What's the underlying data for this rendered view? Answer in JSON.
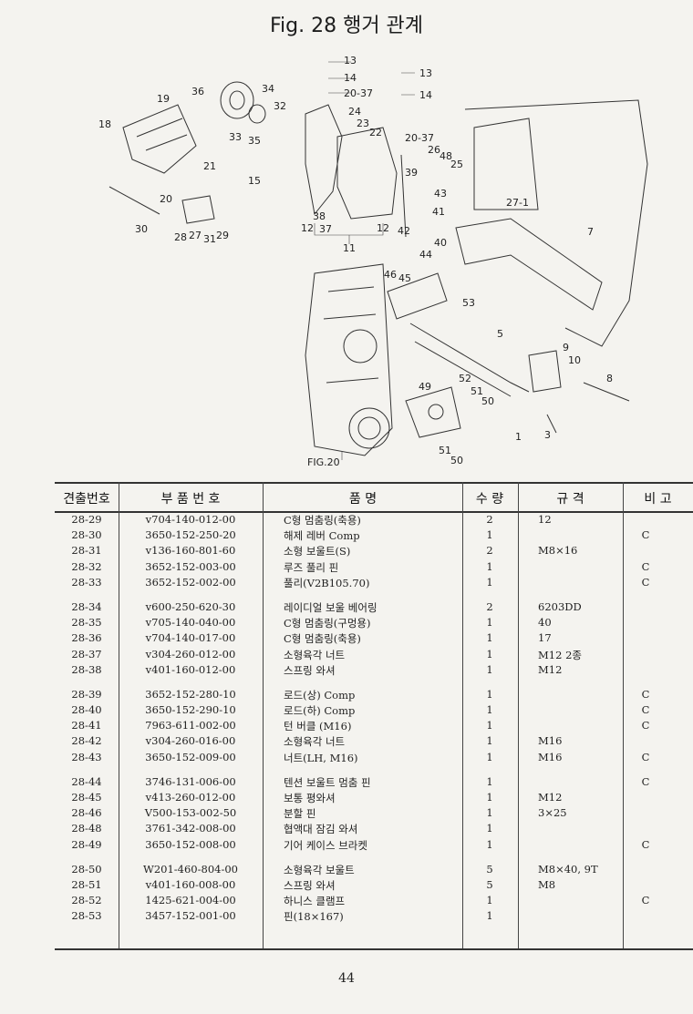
{
  "title": "Fig. 28  행거 관계",
  "headers": {
    "no": "견출번호",
    "part": "부 품 번 호",
    "name": "품       명",
    "qty": "수 량",
    "spec": "규    격",
    "note": "비    고"
  },
  "callouts": {
    "c1": "13",
    "c2": "14",
    "c3": "20-37",
    "c4": "13",
    "c5": "14",
    "c6": "36",
    "c7": "34",
    "c8": "19",
    "c9": "18",
    "c10": "32",
    "c11": "24",
    "c12": "23",
    "c13": "22",
    "c14": "20-37",
    "c15": "33",
    "c16": "35",
    "c17": "21",
    "c18": "26",
    "c19": "48",
    "c20": "25",
    "c21": "39",
    "c22": "27-1",
    "c23": "15",
    "c24": "43",
    "c25": "41",
    "c26": "20",
    "c27": "38",
    "c28": "37",
    "c29": "12",
    "c30": "12",
    "c31": "42",
    "c32": "40",
    "c33": "30",
    "c34": "28",
    "c35": "27",
    "c36": "31",
    "c37": "29",
    "c38": "11",
    "c39": "7",
    "c40": "44",
    "c41": "46",
    "c42": "45",
    "c43": "53",
    "c44": "5",
    "c45": "9",
    "c46": "10",
    "c47": "8",
    "c48": "52",
    "c49": "49",
    "c50": "51",
    "c51": "50",
    "c52": "1",
    "c53": "3",
    "c54": "51",
    "c55": "50",
    "c56": "FIG.20"
  },
  "rows": [
    {
      "no": "28-29",
      "part": "v704-140-012-00",
      "name": "C형 멈춤링(축용)",
      "qty": "2",
      "spec": "12",
      "note": ""
    },
    {
      "no": "28-30",
      "part": "3650-152-250-20",
      "name": "해제 레버 Comp",
      "qty": "1",
      "spec": "",
      "note": "C"
    },
    {
      "no": "28-31",
      "part": "v136-160-801-60",
      "name": "소형 보울트(S)",
      "qty": "2",
      "spec": "M8×16",
      "note": ""
    },
    {
      "no": "28-32",
      "part": "3652-152-003-00",
      "name": "루즈 풀리 핀",
      "qty": "1",
      "spec": "",
      "note": "C"
    },
    {
      "no": "28-33",
      "part": "3652-152-002-00",
      "name": "풀리(V2B105.70)",
      "qty": "1",
      "spec": "",
      "note": "C"
    },
    {
      "no": "28-34",
      "part": "v600-250-620-30",
      "name": "레이디얼 보울 베어링",
      "qty": "2",
      "spec": "6203DD",
      "note": ""
    },
    {
      "no": "28-35",
      "part": "v705-140-040-00",
      "name": "C형 멈춤링(구멍용)",
      "qty": "1",
      "spec": "40",
      "note": ""
    },
    {
      "no": "28-36",
      "part": "v704-140-017-00",
      "name": "C형 멈춤링(축용)",
      "qty": "1",
      "spec": "17",
      "note": ""
    },
    {
      "no": "28-37",
      "part": "v304-260-012-00",
      "name": "소형육각 너트",
      "qty": "1",
      "spec": "M12  2종",
      "note": ""
    },
    {
      "no": "28-38",
      "part": "v401-160-012-00",
      "name": "스프링 와셔",
      "qty": "1",
      "spec": "M12",
      "note": ""
    },
    {
      "no": "28-39",
      "part": "3652-152-280-10",
      "name": "로드(상) Comp",
      "qty": "1",
      "spec": "",
      "note": "C"
    },
    {
      "no": "28-40",
      "part": "3650-152-290-10",
      "name": "로드(하) Comp",
      "qty": "1",
      "spec": "",
      "note": "C"
    },
    {
      "no": "28-41",
      "part": "7963-611-002-00",
      "name": "턴 버클 (M16)",
      "qty": "1",
      "spec": "",
      "note": "C"
    },
    {
      "no": "28-42",
      "part": "v304-260-016-00",
      "name": "소형육각  너트",
      "qty": "1",
      "spec": "M16",
      "note": ""
    },
    {
      "no": "28-43",
      "part": "3650-152-009-00",
      "name": "너트(LH, M16)",
      "qty": "1",
      "spec": "M16",
      "note": "C"
    },
    {
      "no": "28-44",
      "part": "3746-131-006-00",
      "name": "텐션 보울트 멈춤 핀",
      "qty": "1",
      "spec": "",
      "note": "C"
    },
    {
      "no": "28-45",
      "part": "v413-260-012-00",
      "name": "보통 평와셔",
      "qty": "1",
      "spec": "M12",
      "note": ""
    },
    {
      "no": "28-46",
      "part": "V500-153-002-50",
      "name": "분할 핀",
      "qty": "1",
      "spec": "3×25",
      "note": ""
    },
    {
      "no": "28-48",
      "part": "3761-342-008-00",
      "name": "협액대 잠김 와셔",
      "qty": "1",
      "spec": "",
      "note": ""
    },
    {
      "no": "28-49",
      "part": "3650-152-008-00",
      "name": "기어 케이스 브라켓",
      "qty": "1",
      "spec": "",
      "note": "C"
    },
    {
      "no": "28-50",
      "part": "W201-460-804-00",
      "name": "소형육각 보울트",
      "qty": "5",
      "spec": "M8×40, 9T",
      "note": ""
    },
    {
      "no": "28-51",
      "part": "v401-160-008-00",
      "name": "스프링 와셔",
      "qty": "5",
      "spec": "M8",
      "note": ""
    },
    {
      "no": "28-52",
      "part": "1425-621-004-00",
      "name": "하니스 클램프",
      "qty": "1",
      "spec": "",
      "note": "C"
    },
    {
      "no": "28-53",
      "part": "3457-152-001-00",
      "name": "핀(18×167)",
      "qty": "1",
      "spec": "",
      "note": ""
    }
  ],
  "page_number": "44"
}
